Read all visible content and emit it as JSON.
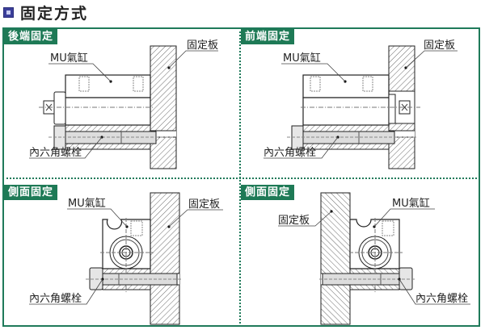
{
  "header": {
    "title": "固定方式",
    "icon": "square-bullet-icon"
  },
  "panels": [
    {
      "tag": "後端固定",
      "labels": {
        "cylinder": "MU氣缸",
        "plate": "固定板",
        "bolt": "內六角螺栓"
      }
    },
    {
      "tag": "前端固定",
      "labels": {
        "cylinder": "MU氣缸",
        "plate": "固定板",
        "bolt": "內六角螺栓"
      }
    },
    {
      "tag": "側面固定",
      "labels": {
        "cylinder": "MU氣缸",
        "plate": "固定板",
        "bolt": "內六角螺栓"
      }
    },
    {
      "tag": "側面固定",
      "labels": {
        "cylinder": "MU氣缸",
        "plate": "固定板",
        "bolt": "內六角螺栓"
      }
    }
  ],
  "colors": {
    "accent": "#1e7a56",
    "frame": "#1f7a5a",
    "icon": "#3b3f9a"
  }
}
